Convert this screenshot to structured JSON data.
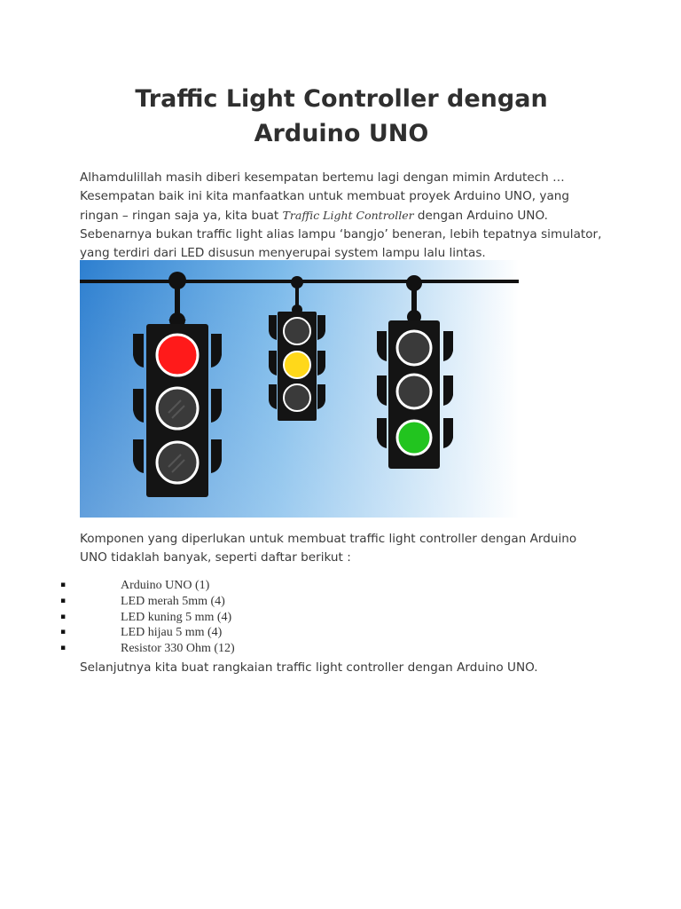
{
  "title": "Traffic Light Controller dengan Arduino UNO",
  "intro": {
    "line1": "Alhamdulillah masih diberi kesempatan bertemu lagi dengan mimin Ardutech …",
    "line2_pre": "Kesempatan baik ini kita manfaatkan untuk membuat proyek Arduino UNO, yang ringan – ringan saja ya, kita buat ",
    "line2_italic": "Traffic Light Controller",
    "line2_post": " dengan Arduino UNO. Sebenarnya bukan traffic light alias lampu ‘bangjo’ beneran, lebih tepatnya simulator, yang terdiri dari LED disusun menyerupai system lampu lalu lintas."
  },
  "image": {
    "subject": "three traffic lights hanging from a cable",
    "lights": [
      {
        "active": "red",
        "size": "large"
      },
      {
        "active": "yellow",
        "size": "small"
      },
      {
        "active": "green",
        "size": "medium"
      }
    ],
    "colors": {
      "sky_dark": "#2d7fd0",
      "sky_light": "#ffffff",
      "housing": "#141414",
      "red": "#ff1a1a",
      "yellow": "#ffd81a",
      "green": "#22c41f",
      "off_lamp": "#3a3a3a"
    }
  },
  "components_intro": "Komponen yang diperlukan untuk membuat traffic light controller dengan Arduino UNO tidaklah banyak, seperti daftar berikut :",
  "components": [
    "Arduino UNO (1)",
    "LED merah 5mm (4)",
    "LED kuning 5 mm (4)",
    "LED hijau 5 mm (4)",
    "Resistor 330 Ohm (12)"
  ],
  "bullet_glyph": "▪",
  "closing": "Selanjutnya kita buat rangkaian traffic light controller dengan Arduino UNO."
}
